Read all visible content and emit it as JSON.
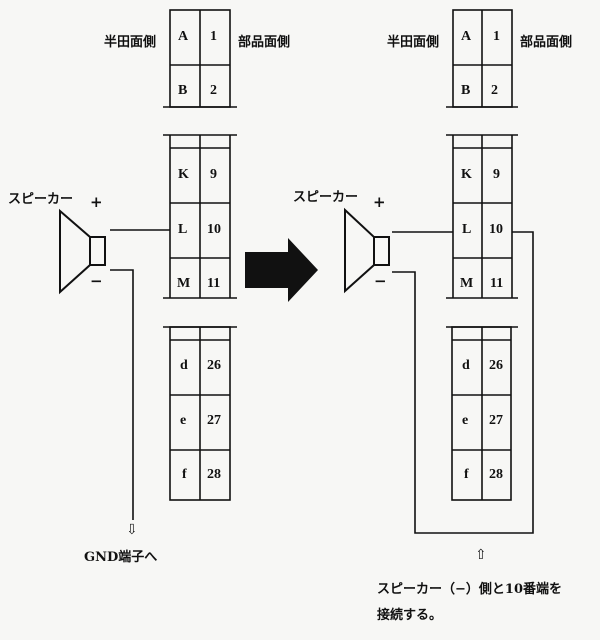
{
  "left": {
    "solder_side_label": "半田面側",
    "parts_side_label": "部品面側",
    "speaker_label": "スピーカー",
    "plus": "+",
    "minus": "−",
    "gnd_arrow": "⇩",
    "gnd_label": "GND端子へ"
  },
  "right": {
    "solder_side_label": "半田面側",
    "parts_side_label": "部品面側",
    "speaker_label": "スピーカー",
    "plus": "+",
    "minus": "−",
    "note_arrow": "⇧",
    "note_line1": "スピーカー（−）側と10番端を",
    "note_line2": "接続する。"
  },
  "connector_rows": [
    {
      "letter": "A",
      "number": "1"
    },
    {
      "letter": "B",
      "number": "2"
    },
    {
      "letter": "K",
      "number": "9"
    },
    {
      "letter": "L",
      "number": "10"
    },
    {
      "letter": "M",
      "number": "11"
    },
    {
      "letter": "d",
      "number": "26"
    },
    {
      "letter": "e",
      "number": "27"
    },
    {
      "letter": "f",
      "number": "28"
    }
  ]
}
